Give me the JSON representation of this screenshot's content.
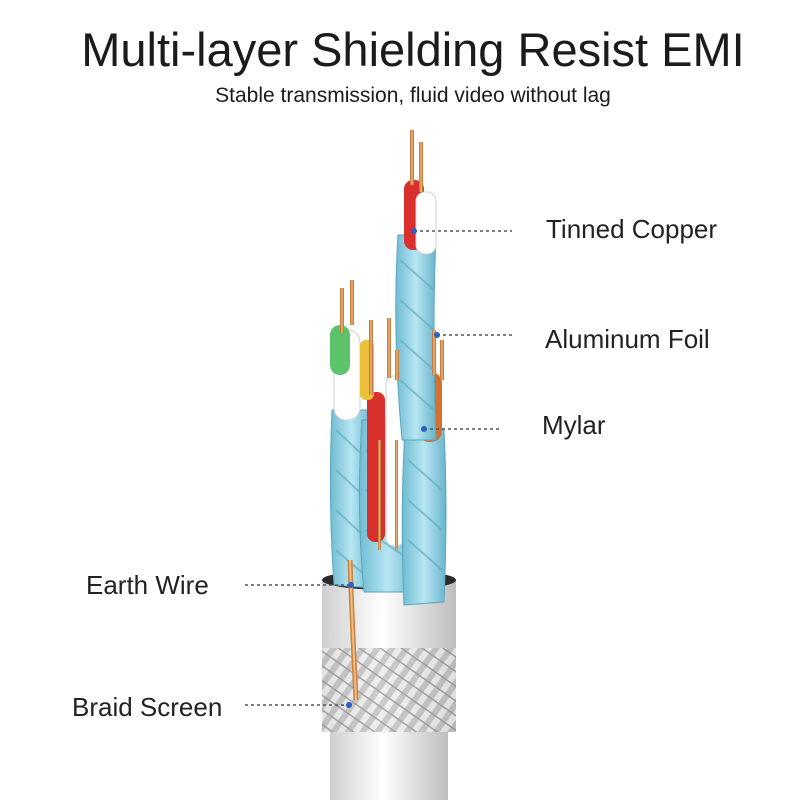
{
  "header": {
    "title": "Multi-layer Shielding Resist EMI",
    "subtitle": "Stable transmission, fluid video without lag"
  },
  "callouts": [
    {
      "id": "tinned-copper",
      "label": "Tinned Copper"
    },
    {
      "id": "aluminum-foil",
      "label": "Aluminum Foil"
    },
    {
      "id": "mylar",
      "label": "Mylar"
    },
    {
      "id": "earth-wire",
      "label": "Earth Wire"
    },
    {
      "id": "braid-screen",
      "label": "Braid Screen"
    }
  ],
  "colors": {
    "foil": "#8fd3e6",
    "copper": "#d9894a",
    "jacket": "#e6e6e6",
    "leader_dot": "#2e5fc2"
  }
}
